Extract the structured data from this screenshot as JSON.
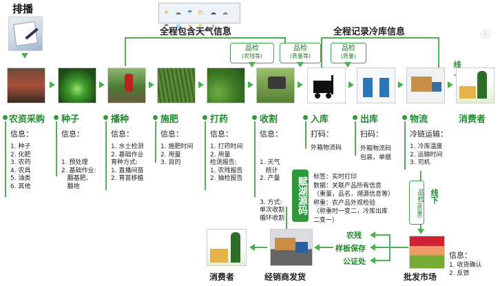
{
  "top": {
    "schedule_label": "排播",
    "weather_info": "全程包含天气信息",
    "cold_storage_info": "全程记录冷库信息"
  },
  "qc": {
    "pesticide": [
      "品检",
      "(农残等)"
    ],
    "quality": [
      "品检",
      "(质量等)"
    ],
    "quality2": [
      "品检",
      "(质量)"
    ],
    "online": "线上",
    "offline": "线下",
    "wholesale_qc": [
      "品检",
      "(质量)"
    ]
  },
  "stages": [
    {
      "title": "农资采购",
      "info": "信息：",
      "items": [
        "1. 种子",
        "2. 化肥",
        "3. 农药",
        "4. 农具",
        "5. 油类",
        "6. 其他"
      ]
    },
    {
      "title": "种子",
      "info": "信息：",
      "items": [
        "1. 预处理",
        "2. 基础作业:",
        "   翻基肥、",
        "   翻地"
      ]
    },
    {
      "title": "播种",
      "info": "信息：",
      "items": [
        "1. 水土检测",
        "2. 基础作业",
        "育种方式:",
        "1. 直播间苗",
        "2. 育苗移植"
      ]
    },
    {
      "title": "施肥",
      "info": "信息：",
      "items": [
        "1. 施肥时间",
        "2. 用量",
        "3. 目的"
      ]
    },
    {
      "title": "打药",
      "info": "信息：",
      "items": [
        "1. 打药时间",
        "2. 用量",
        "检测报告:",
        "1. 农残报告",
        "2. 抽检报告"
      ]
    },
    {
      "title": "收割",
      "info": "信息：",
      "items": [
        "1. 天气",
        "   统计",
        "2. 产量",
        "3. 方式:",
        "单次收割",
        "循环收割"
      ]
    },
    {
      "title": "入库",
      "info": "打码：",
      "items": [
        "外箱物流码"
      ]
    },
    {
      "title": "出库",
      "info": "扫码：",
      "items": [
        "外箱物流码",
        "包装，单据"
      ]
    },
    {
      "title": "物流",
      "info": "冷链运输：",
      "items": [
        "1. 冷库温度",
        "2. 运输时间",
        "3. 司机"
      ]
    },
    {
      "title": "消费者",
      "info": "",
      "items": []
    }
  ],
  "code": {
    "label": "赋湖源码",
    "lines": [
      "标签：实时打印",
      "数据：关联产品所有信息",
      "（重量，品名，溯源信息等）",
      "称重：农产品外观检验",
      "（称重时一变二，冷库出库",
      "二变一）"
    ]
  },
  "bottom": {
    "checks": [
      "农残",
      "样板保存",
      "公证处"
    ],
    "consumer": "消费者",
    "distributor": "经销商发货",
    "wholesale": "批发市场",
    "info_title": "信息：",
    "info_items": [
      "1. 收货确认",
      "2. 反馈"
    ]
  },
  "colors": {
    "accent": "#1f8a2b",
    "line": "#4caf50"
  }
}
